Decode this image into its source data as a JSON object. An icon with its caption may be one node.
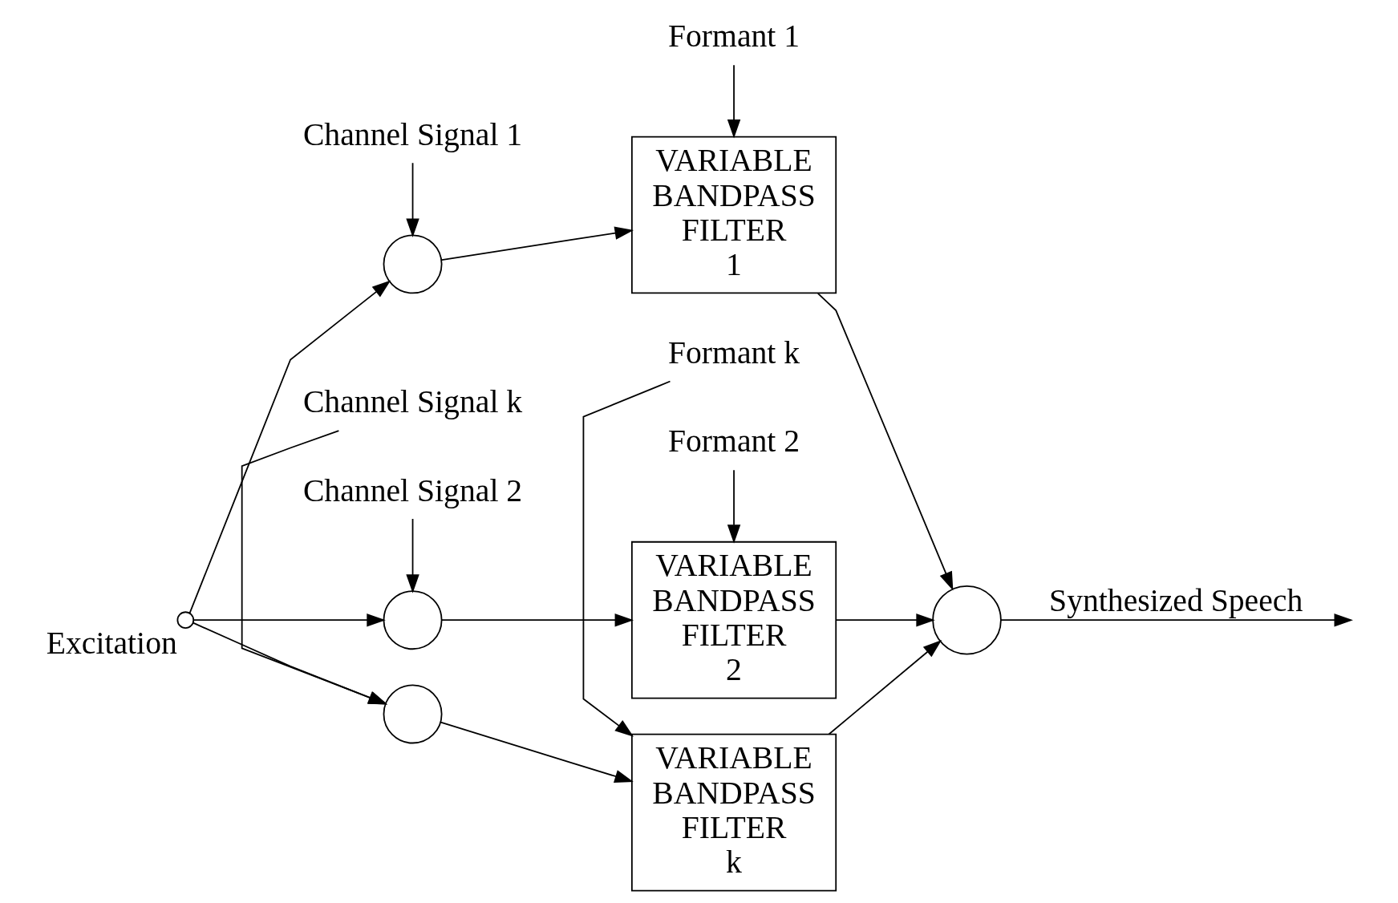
{
  "diagram": {
    "nodes": [
      {
        "text": [
          "Excitation"
        ]
      },
      {
        "text": [
          "Channel Signal 1"
        ]
      },
      {
        "text": [],
        "shape": "circle"
      },
      {
        "text": [
          "Formant 1"
        ]
      },
      {
        "text": [
          "VARIABLE BANDPASS FILTER 1"
        ]
      },
      {
        "text": [
          "Channel Signal 2"
        ]
      },
      {
        "text": [],
        "shape": "circle"
      },
      {
        "text": [
          "Formant 2"
        ]
      },
      {
        "text": [
          "VARIABLE BANDPASS FILTER 2"
        ]
      },
      {
        "text": [
          "Channel Signal k"
        ]
      },
      {
        "text": [],
        "shape": "circle"
      },
      {
        "text": [
          "Formant k"
        ]
      },
      {
        "text": [
          "VARIABLE BANDPASS FILTER k"
        ]
      },
      {
        "text": [],
        "shape": "circle"
      }
    ],
    "edges": [
      {
        "from": 0,
        "to": 2,
        "arrow": "to"
      },
      {
        "from": 0,
        "to": 6,
        "arrow": "to"
      },
      {
        "from": 0,
        "to": 10,
        "arrow": "to"
      },
      {
        "from": 1,
        "to": 2,
        "arrow": "to"
      },
      {
        "from": 2,
        "to": 4,
        "arrow": "to"
      },
      {
        "from": 3,
        "to": 4,
        "arrow": "to"
      },
      {
        "from": 5,
        "to": 6,
        "arrow": "to"
      },
      {
        "from": 6,
        "to": 8,
        "arrow": "to"
      },
      {
        "from": 7,
        "to": 8,
        "arrow": "to"
      },
      {
        "from": 9,
        "to": 10,
        "arrow": "to"
      },
      {
        "from": 10,
        "to": 12,
        "arrow": "to"
      },
      {
        "from": 11,
        "to": 12,
        "arrow": "to"
      },
      {
        "from": 4,
        "to": 13,
        "arrow": "to"
      },
      {
        "from": 8,
        "to": 13,
        "arrow": "to"
      },
      {
        "from": 12,
        "to": 13,
        "arrow": "to"
      },
      {
        "from": 13,
        "to": null,
        "arrow": "to",
        "label": "Synthesized Speech"
      }
    ]
  }
}
